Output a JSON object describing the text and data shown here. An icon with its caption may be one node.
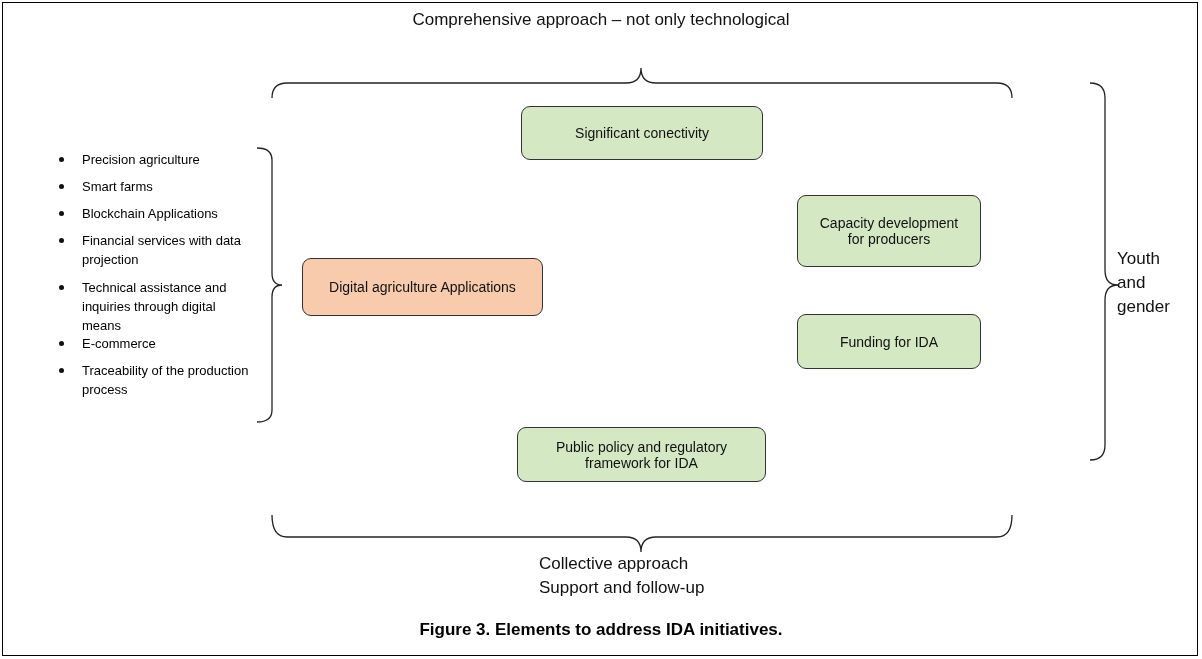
{
  "diagram": {
    "caption": "Figure 3. Elements to address IDA initiatives.",
    "nodes": [
      {
        "text": [
          "Significant conectivity"
        ]
      },
      {
        "text": [
          "Capacity development for producers"
        ]
      },
      {
        "text": [
          "Digital agriculture Applications"
        ]
      },
      {
        "text": [
          "Funding for IDA"
        ]
      },
      {
        "text": [
          "Public policy and regulatory framework for IDA"
        ]
      }
    ],
    "edges": [],
    "labels": [
      "Comprehensive approach – not only technological",
      "Precision agriculture",
      "Smart farms",
      "Blockchain Applications",
      "Financial services with data projection",
      "Technical assistance and inquiries through digital means",
      "E-commerce",
      "Traceability of the production process",
      "Youth and gender",
      "Collective approach",
      "Support and follow-up"
    ]
  }
}
